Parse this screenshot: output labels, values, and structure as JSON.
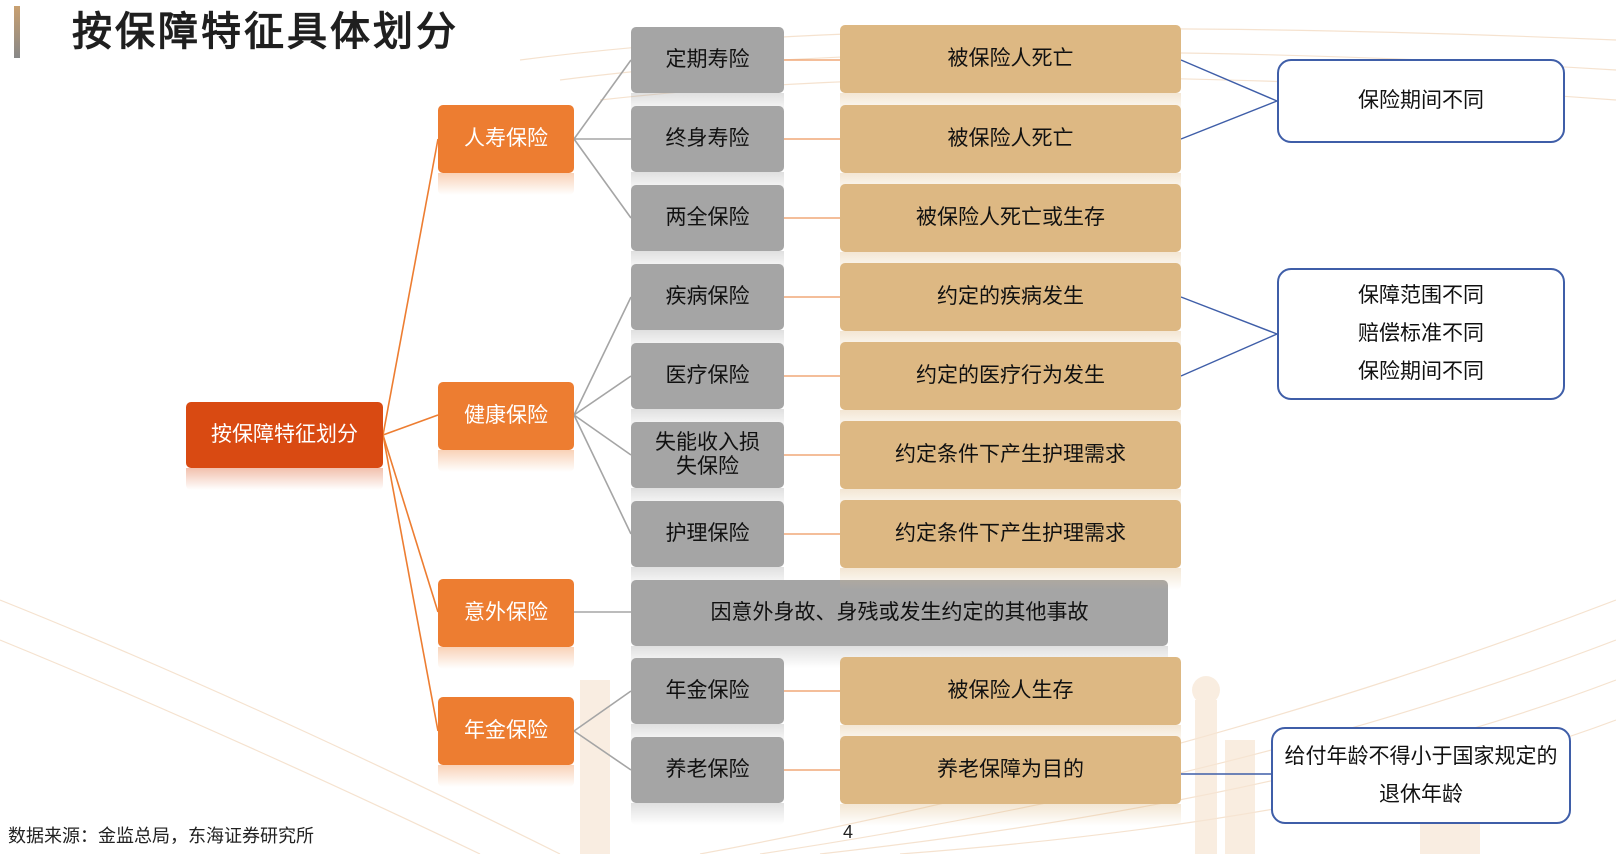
{
  "title": "按保障特征具体划分",
  "root": {
    "label": "按保障特征划分"
  },
  "categories": [
    {
      "label": "人寿保险"
    },
    {
      "label": "健康保险"
    },
    {
      "label": "意外保险"
    },
    {
      "label": "年金保险"
    }
  ],
  "products": [
    {
      "label": "定期寿险",
      "desc": "被保险人死亡"
    },
    {
      "label": "终身寿险",
      "desc": "被保险人死亡"
    },
    {
      "label": "两全保险",
      "desc": "被保险人死亡或生存"
    },
    {
      "label": "疾病保险",
      "desc": "约定的疾病发生"
    },
    {
      "label": "医疗保险",
      "desc": "约定的医疗行为发生"
    },
    {
      "label": "失能收入损失保险",
      "desc": "约定条件下产生护理需求"
    },
    {
      "label": "护理保险",
      "desc": "约定条件下产生护理需求"
    },
    {
      "label": "年金保险",
      "desc": "被保险人生存"
    },
    {
      "label": "养老保险",
      "desc": "养老保障为目的"
    }
  ],
  "accident_desc": "因意外身故、身残或发生约定的其他事故",
  "notes": [
    {
      "lines": [
        "保险期间不同"
      ]
    },
    {
      "lines": [
        "保障范围不同",
        "赔偿标准不同",
        "保险期间不同"
      ]
    },
    {
      "lines": [
        "给付年龄不得小于国家规定的",
        "退休年龄"
      ]
    }
  ],
  "footer": {
    "source": "数据来源：金监总局，东海证券研究所",
    "page": "4"
  },
  "colors": {
    "root": "#d94a12",
    "category": "#ed7d31",
    "product": "#a5a5a5",
    "description": "#ddb883",
    "note_border": "#3f5ea8"
  }
}
